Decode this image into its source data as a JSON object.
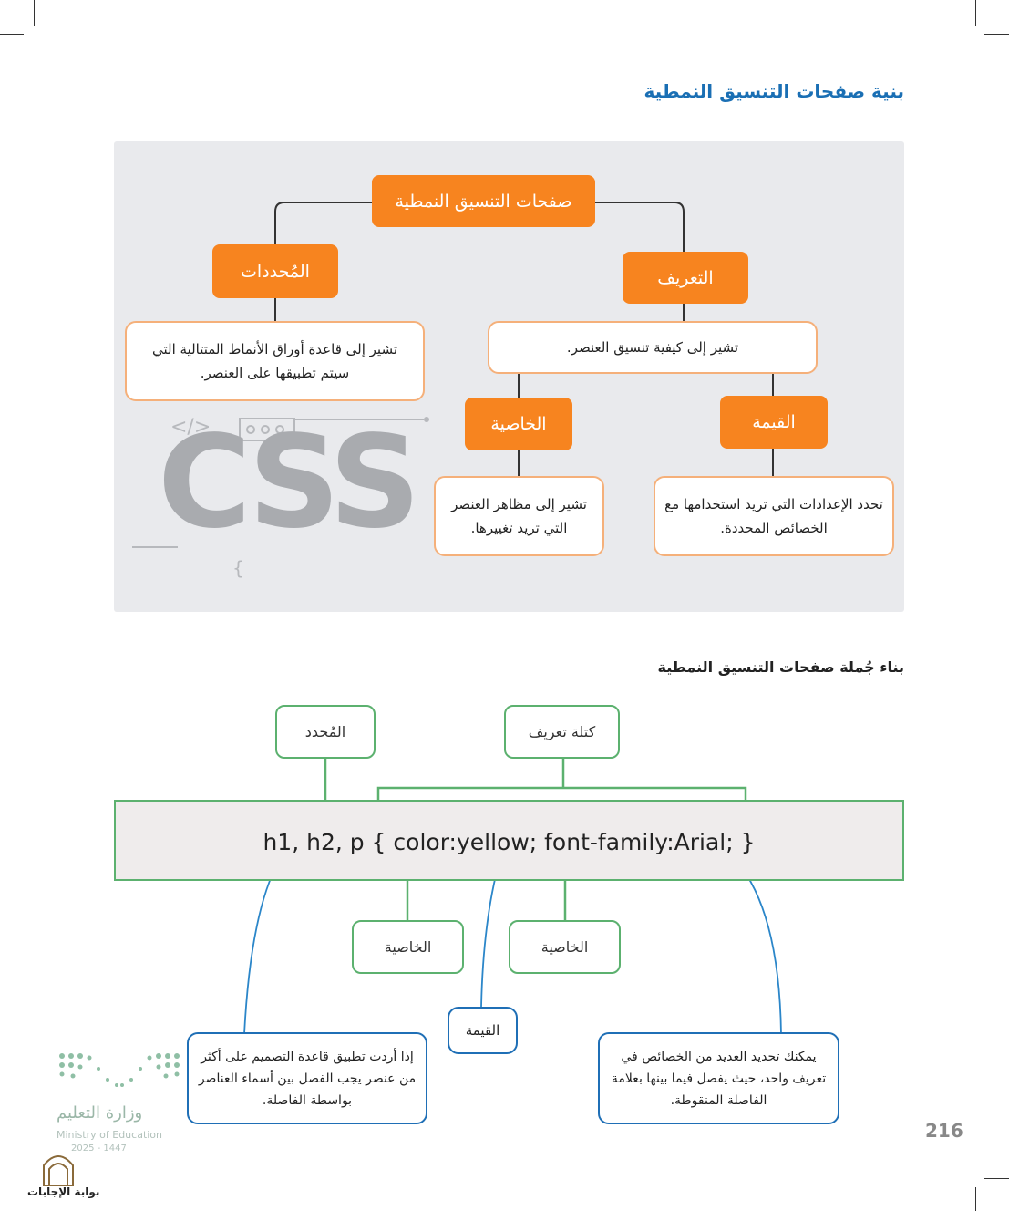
{
  "page": {
    "title": "بنية صفحات التنسيق النمطية",
    "page_number": "216"
  },
  "diagram1": {
    "root": "صفحات التنسيق النمطية",
    "selectors_label": "المُحددات",
    "selectors_desc": "تشير إلى قاعدة أوراق الأنماط المتتالية التي سيتم تطبيقها على العنصر.",
    "definition_label": "التعريف",
    "definition_desc": "تشير إلى كيفية تنسيق العنصر.",
    "property_label": "الخاصية",
    "property_desc": "تشير إلى مظاهر العنصر التي تريد تغييرها.",
    "value_label": "القيمة",
    "value_desc": "تحدد الإعدادات التي تريد استخدامها مع الخصائص المحددة.",
    "watermark": "CSS"
  },
  "diagram2": {
    "subtitle": "بناء جُملة صفحات التنسيق النمطية",
    "selector_label": "المُحدد",
    "block_label": "كتلة تعريف",
    "code": "h1, h2, p { color:yellow; font-family:Arial; }",
    "property1_label": "الخاصية",
    "property2_label": "الخاصية",
    "value_label": "القيمة",
    "note_left": "إذا أردت تطبيق قاعدة التصميم على أكثر من عنصر يجب الفصل بين أسماء العناصر بواسطة الفاصلة.",
    "note_right": "يمكنك تحديد العديد من الخصائص في تعريف واحد، حيث يفصل فيما بينها بعلامة الفاصلة المنقوطة."
  },
  "footer": {
    "ministry_ar": "وزارة التعليم",
    "ministry_en": "Ministry of Education",
    "year": "2025 - 1447",
    "portal": "بوابة الإجابات"
  },
  "colors": {
    "title_blue": "#1a6fb4",
    "orange": "#f7841f",
    "green": "#5cb16f",
    "blue": "#1f6fb6"
  }
}
